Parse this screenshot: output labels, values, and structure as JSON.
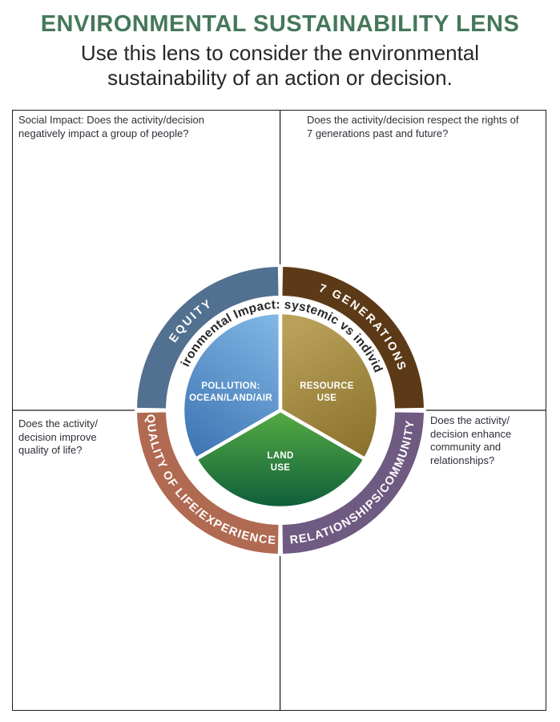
{
  "header": {
    "title": "ENVIRONMENTAL SUSTAINABILITY LENS",
    "subtitle_line1": "Use this lens to consider the environmental",
    "subtitle_line2": "sustainability of an action or decision."
  },
  "quadrant_questions": {
    "top_left": {
      "lines": [
        "Social Impact: Does the activity/decision",
        "negatively impact a group of people?"
      ]
    },
    "top_right": {
      "lines": [
        "Does the activity/decision respect the rights of",
        "7 generations past and future?"
      ]
    },
    "middle_left": {
      "lines": [
        "Does the activity/",
        "decision improve",
        "quality of life?"
      ]
    },
    "middle_right": {
      "lines": [
        "Does the activity/",
        "decision enhance",
        "community and",
        "relationships?"
      ]
    }
  },
  "lens": {
    "outer_ring": {
      "equity": {
        "label": "EQUITY",
        "color": "#52708f"
      },
      "seven_generations": {
        "label": "7 GENERATIONS",
        "color": "#5d3a17"
      },
      "quality_of_life": {
        "label": "QUALITY OF LIFE/EXPERIENCE",
        "color": "#b16a52"
      },
      "relationships": {
        "label": "RELATIONSHIPS/COMMUNITY",
        "color": "#6f5a82"
      }
    },
    "inner_ring_text": "Environmental Impact: systemic vs individual",
    "pie": {
      "pollution": {
        "line1": "POLLUTION:",
        "line2": "OCEAN/LAND/AIR",
        "color_light": "#82b9e6",
        "color_dark": "#4177b5"
      },
      "resource": {
        "line1": "RESOURCE",
        "line2": "USE",
        "color_light": "#b9a159",
        "color_dark": "#8a712c"
      },
      "land": {
        "line1": "LAND",
        "line2": "USE",
        "color_light": "#5ab043",
        "color_dark": "#0d5c3a"
      }
    }
  },
  "colors": {
    "title_green": "#45785a",
    "body_text": "#2f2e38",
    "grid_line": "#1f1f1f",
    "ring_label_text": "#ffffff",
    "inner_ring_label_text": "#262626"
  }
}
